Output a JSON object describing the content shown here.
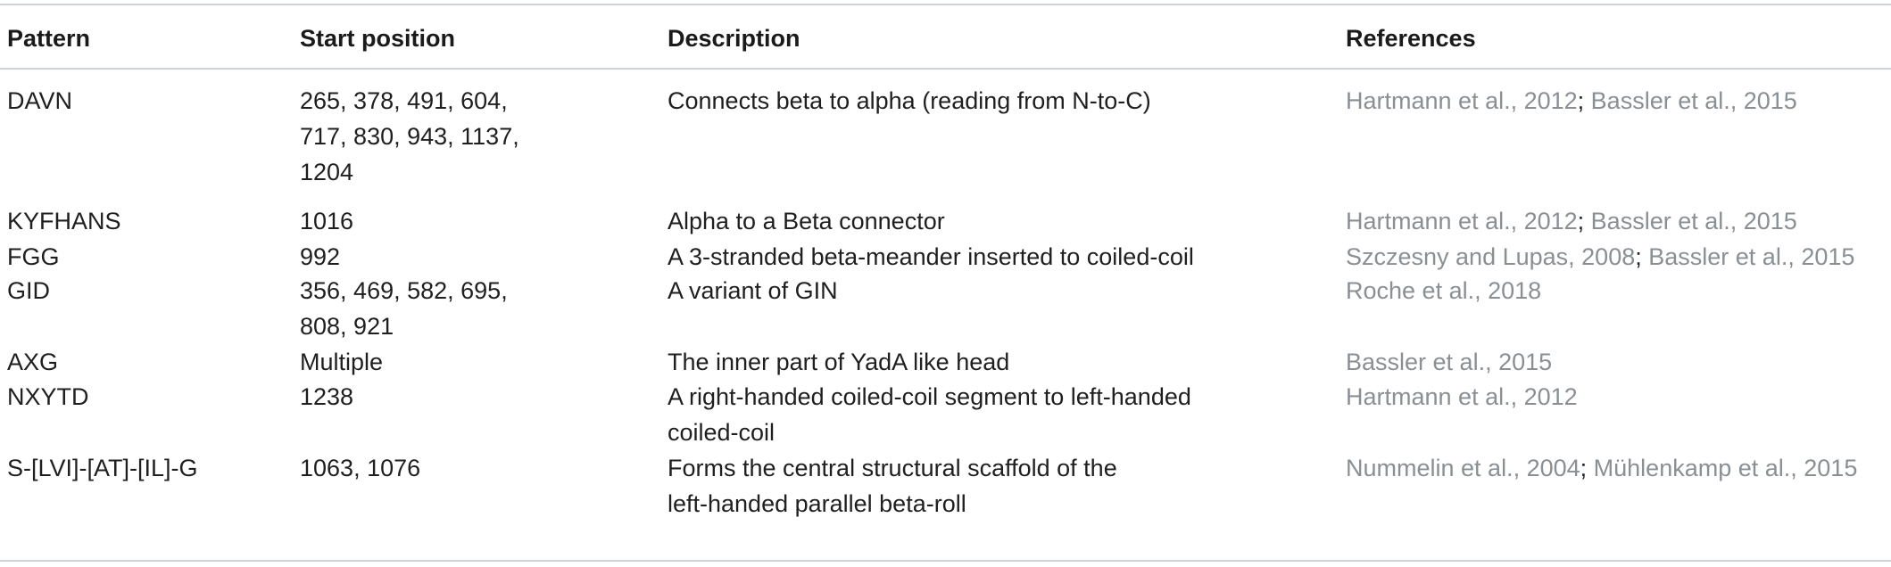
{
  "table": {
    "headers": {
      "pattern": "Pattern",
      "start": "Start position",
      "description": "Description",
      "references": "References"
    },
    "rows": [
      {
        "pattern": "DAVN",
        "start": "265, 378, 491, 604,\n717, 830, 943, 1137,\n1204",
        "description": "Connects beta to alpha (reading from N-to-C)",
        "refs": [
          "Hartmann et al., 2012",
          "Bassler et al., 2015"
        ]
      },
      {
        "pattern": "KYFHANS",
        "start": "1016",
        "description": "Alpha to a Beta connector",
        "refs": [
          "Hartmann et al., 2012",
          "Bassler et al., 2015"
        ]
      },
      {
        "pattern": "FGG",
        "start": "992",
        "description": "A 3-stranded beta-meander inserted to coiled-coil",
        "refs": [
          "Szczesny and Lupas, 2008",
          "Bassler et al., 2015"
        ]
      },
      {
        "pattern": "GID",
        "start": "356, 469, 582, 695,\n808, 921",
        "description": "A variant of GIN",
        "refs": [
          "Roche et al., 2018"
        ]
      },
      {
        "pattern": "AXG",
        "start": "Multiple",
        "description": "The inner part of YadA like head",
        "refs": [
          "Bassler et al., 2015"
        ]
      },
      {
        "pattern": "NXYTD",
        "start": "1238",
        "description": "A right-handed coiled-coil segment to left-handed\ncoiled-coil",
        "refs": [
          "Hartmann et al., 2012"
        ]
      },
      {
        "pattern": "S-[LVI]-[AT]-[IL]-G",
        "start": "1063, 1076",
        "description": "Forms the central structural scaffold of the\nleft-handed parallel beta-roll",
        "refs": [
          "Nummelin et al., 2004",
          "Mühlenkamp et al., 2015"
        ]
      }
    ],
    "ref_separator": "; "
  }
}
